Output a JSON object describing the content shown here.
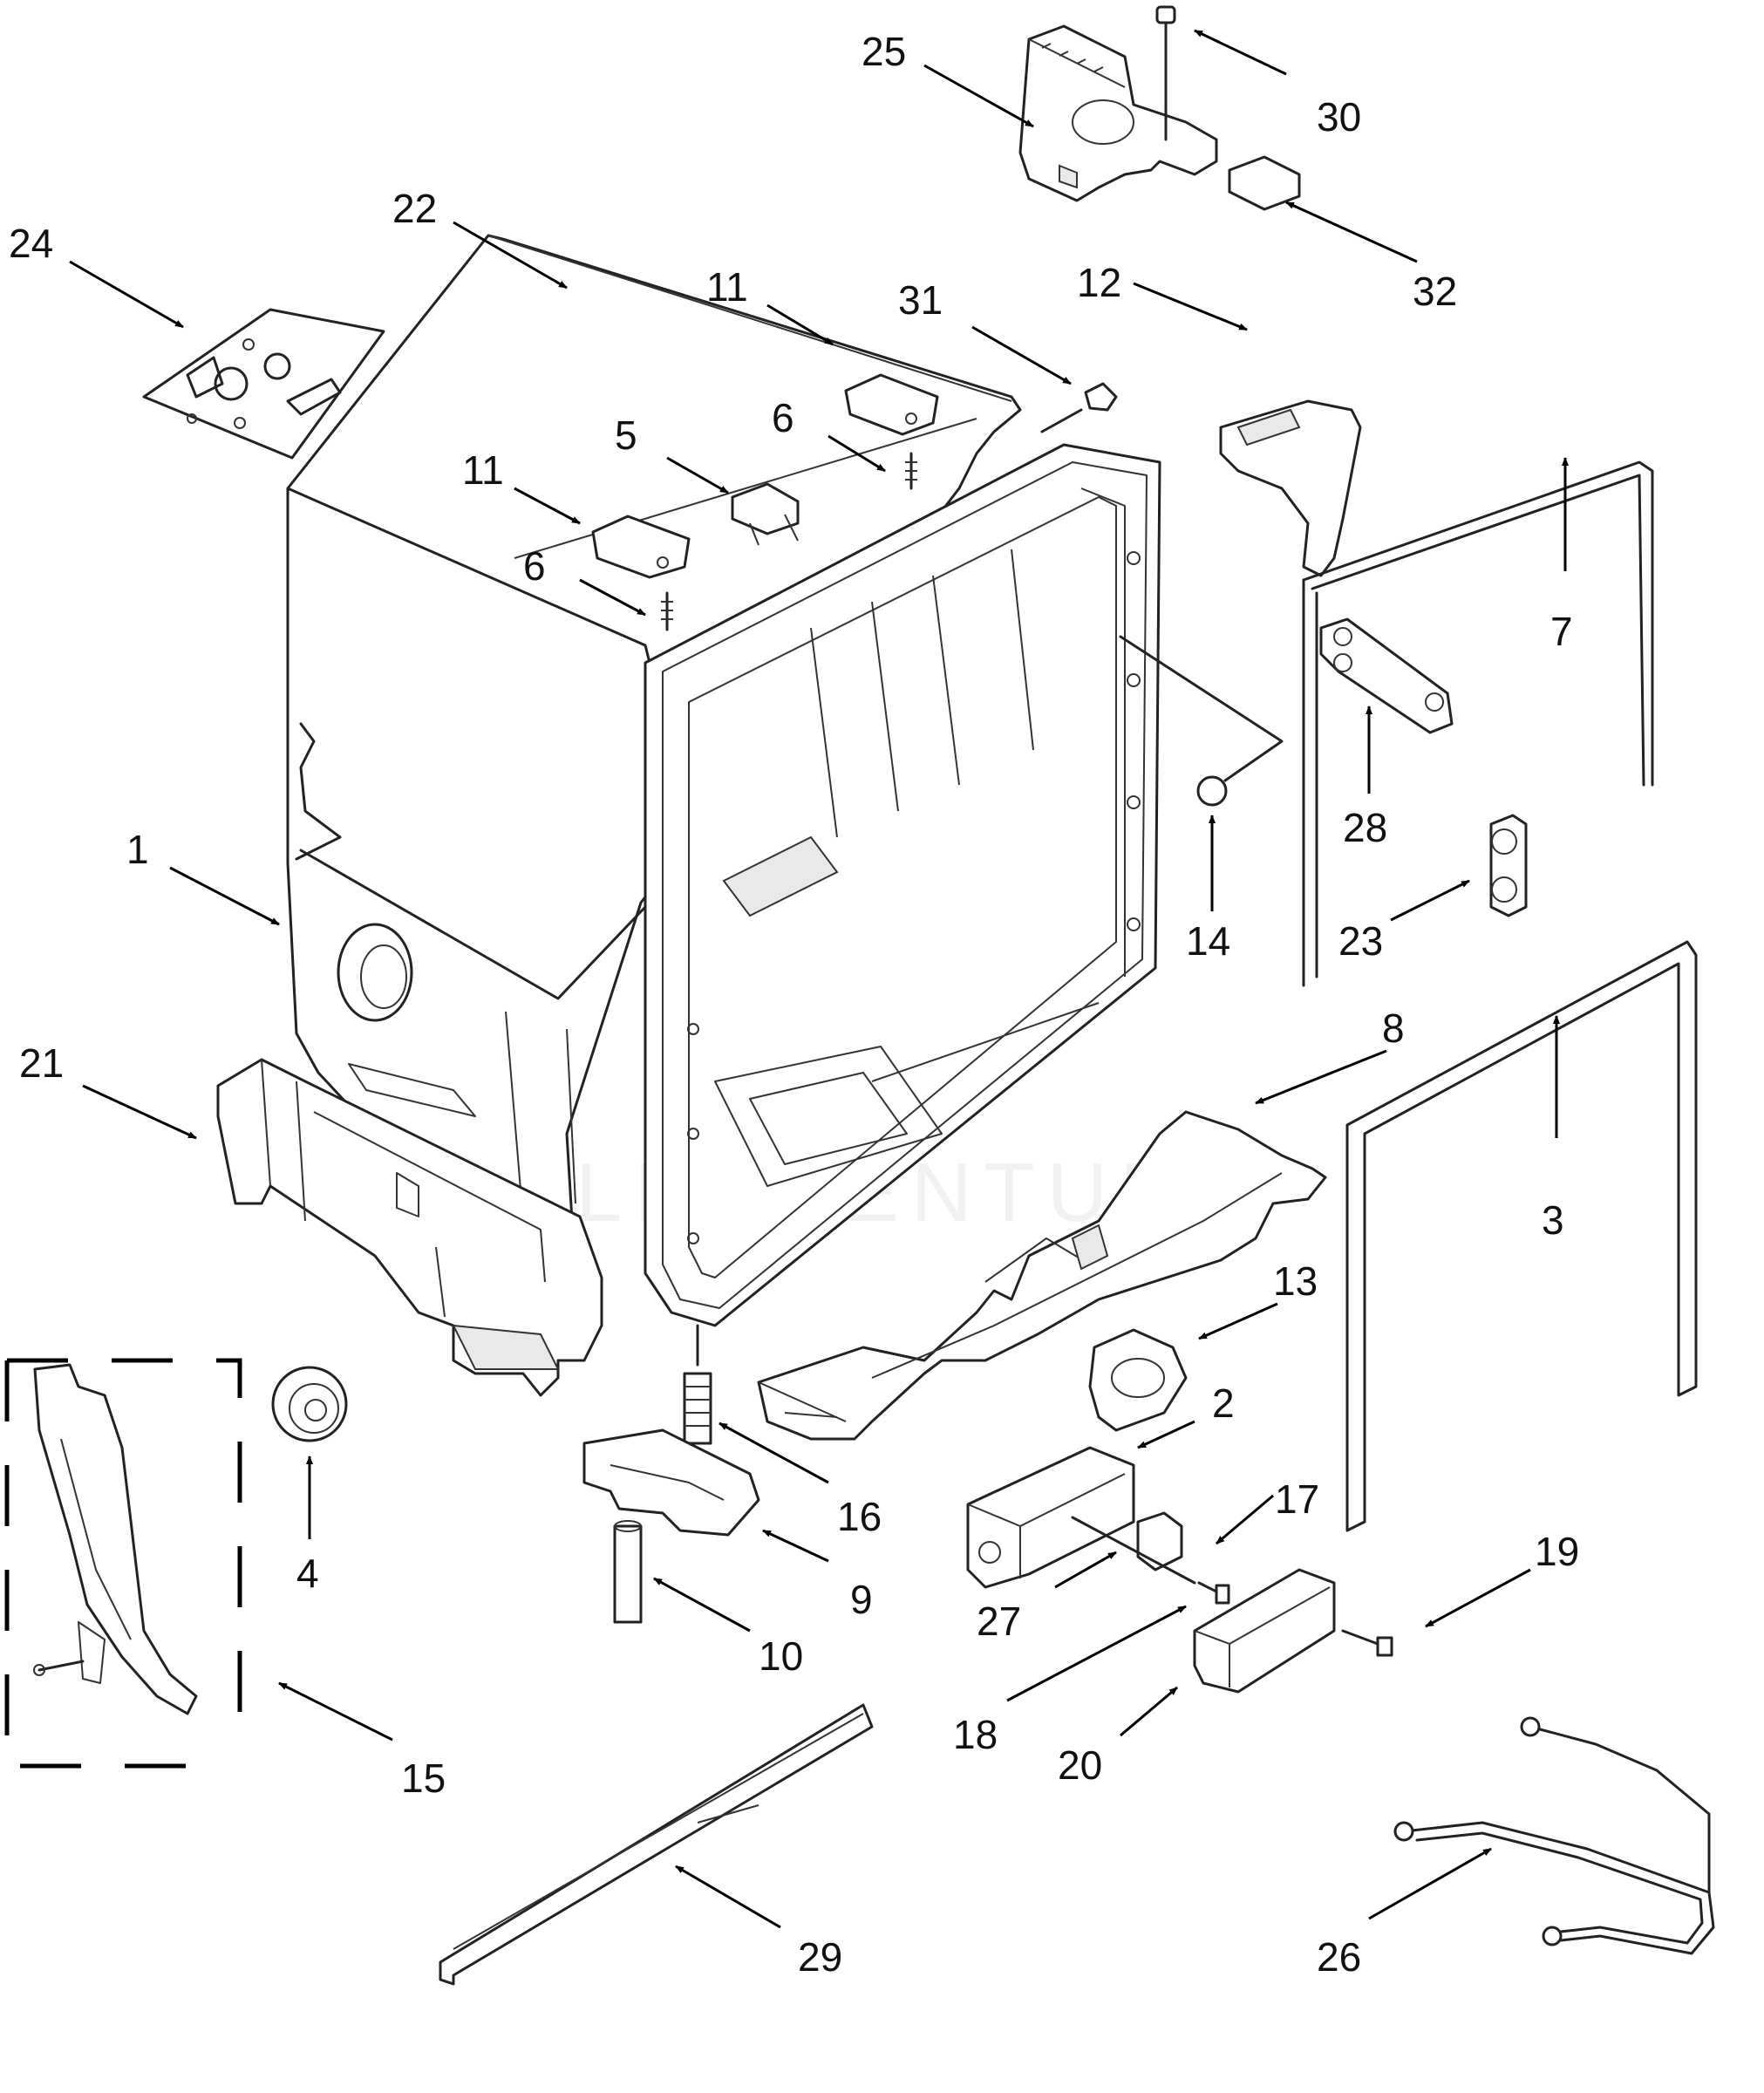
{
  "diagram": {
    "callouts": [
      {
        "label": "1"
      },
      {
        "label": "2"
      },
      {
        "label": "3"
      },
      {
        "label": "4"
      },
      {
        "label": "5"
      },
      {
        "label": "6"
      },
      {
        "label": "6"
      },
      {
        "label": "7"
      },
      {
        "label": "8"
      },
      {
        "label": "9"
      },
      {
        "label": "10"
      },
      {
        "label": "11"
      },
      {
        "label": "11"
      },
      {
        "label": "12"
      },
      {
        "label": "13"
      },
      {
        "label": "14"
      },
      {
        "label": "15"
      },
      {
        "label": "16"
      },
      {
        "label": "17"
      },
      {
        "label": "18"
      },
      {
        "label": "19"
      },
      {
        "label": "20"
      },
      {
        "label": "21"
      },
      {
        "label": "22"
      },
      {
        "label": "23"
      },
      {
        "label": "24"
      },
      {
        "label": "25"
      },
      {
        "label": "26"
      },
      {
        "label": "27"
      },
      {
        "label": "28"
      },
      {
        "label": "29"
      },
      {
        "label": "30"
      },
      {
        "label": "31"
      },
      {
        "label": "32"
      }
    ],
    "watermark": "LEDVENTURE"
  }
}
